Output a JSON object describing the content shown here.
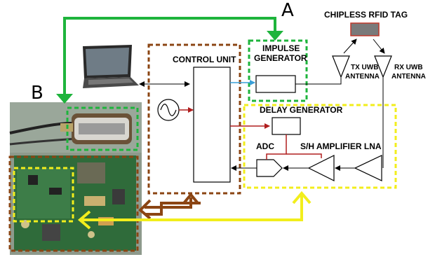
{
  "labels": {
    "panel_a": "A",
    "panel_b": "B",
    "chipless_tag": "CHIPLESS RFID TAG",
    "control_unit": "CONTROL UNIT",
    "impulse_generator_line1": "IMPULSE",
    "impulse_generator_line2": "GENERATOR",
    "tx_antenna_line1": "TX UWB",
    "tx_antenna_line2": "ANTENNA",
    "rx_antenna_line1": "RX UWB",
    "rx_antenna_line2": "ANTENNA",
    "delay_generator": "DELAY GENERATOR",
    "adc": "ADC",
    "sh_amplifier_lna": "S/H AMPLIFIER LNA"
  },
  "colors": {
    "green": "#1eb43c",
    "brown": "#8b4513",
    "yellow": "#f2ee1c",
    "blue_signal": "#3aa0d8",
    "red_signal": "#b01e1e",
    "tag_fill": "#7a7a7a",
    "tag_border": "#c0392b",
    "board_green": "#2f6b3a"
  },
  "icons": {
    "laptop": "laptop-icon",
    "oscillator": "sine-wave-icon"
  }
}
